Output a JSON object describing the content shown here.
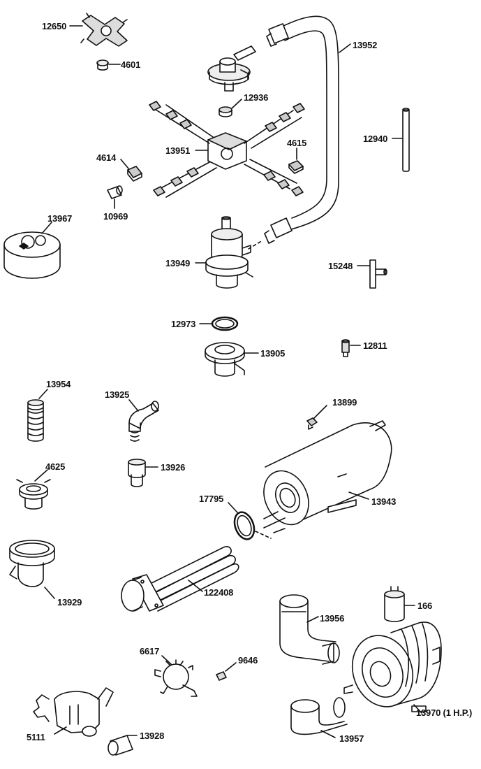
{
  "diagram": {
    "parts": [
      {
        "id": "p12650",
        "label": "12650"
      },
      {
        "id": "p4601",
        "label": "4601"
      },
      {
        "id": "p13952",
        "label": "13952"
      },
      {
        "id": "p12936",
        "label": "12936"
      },
      {
        "id": "p12940",
        "label": "12940"
      },
      {
        "id": "p13951",
        "label": "13951"
      },
      {
        "id": "p4614",
        "label": "4614"
      },
      {
        "id": "p4615",
        "label": "4615"
      },
      {
        "id": "p10969",
        "label": "10969"
      },
      {
        "id": "p13967",
        "label": "13967"
      },
      {
        "id": "p13949",
        "label": "13949"
      },
      {
        "id": "p15248",
        "label": "15248"
      },
      {
        "id": "p12973",
        "label": "12973"
      },
      {
        "id": "p12811",
        "label": "12811"
      },
      {
        "id": "p13905",
        "label": "13905"
      },
      {
        "id": "p13954",
        "label": "13954"
      },
      {
        "id": "p13925",
        "label": "13925"
      },
      {
        "id": "p13899",
        "label": "13899"
      },
      {
        "id": "p4625",
        "label": "4625"
      },
      {
        "id": "p13926",
        "label": "13926"
      },
      {
        "id": "p17795",
        "label": "17795"
      },
      {
        "id": "p13943",
        "label": "13943"
      },
      {
        "id": "p13929",
        "label": "13929"
      },
      {
        "id": "p122408",
        "label": "122408"
      },
      {
        "id": "p166",
        "label": "166"
      },
      {
        "id": "p13956",
        "label": "13956"
      },
      {
        "id": "p6617",
        "label": "6617"
      },
      {
        "id": "p9646",
        "label": "9646"
      },
      {
        "id": "p13970",
        "label": "13970 (1 H.P.)"
      },
      {
        "id": "p5111",
        "label": "5111"
      },
      {
        "id": "p13928",
        "label": "13928"
      },
      {
        "id": "p13957",
        "label": "13957"
      }
    ]
  }
}
